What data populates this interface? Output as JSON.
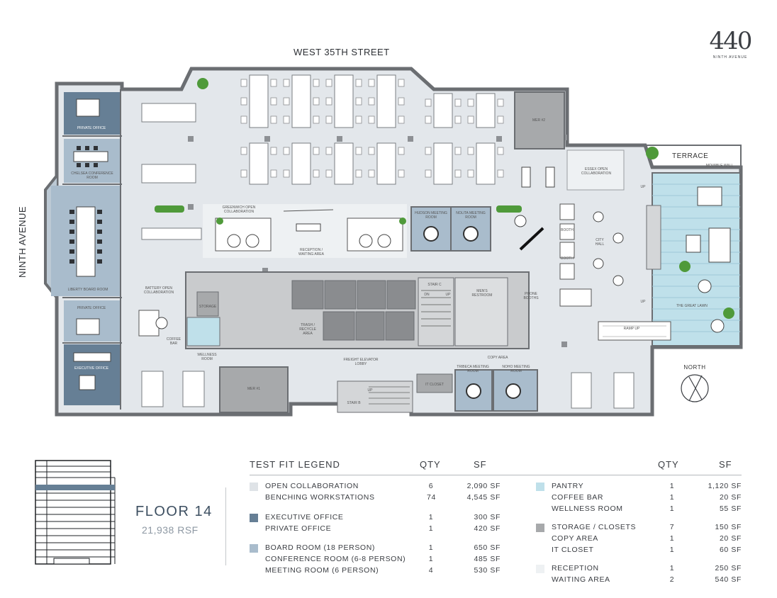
{
  "logo": {
    "number": "440",
    "subtitle": "NINTH AVENUE"
  },
  "plan": {
    "street_north": "WEST 35TH STREET",
    "street_west": "NINTH AVENUE",
    "north_label": "NORTH",
    "rooms": {
      "private_office_top": "PRIVATE OFFICE",
      "chelsea": "CHELSEA CONFERENCE ROOM",
      "liberty": "LIBERTY BOARD ROOM",
      "private_office_bottom": "PRIVATE OFFICE",
      "executive_office": "EXECUTIVE OFFICE",
      "greenwich": "GREENWICH OPEN COLLABORATION",
      "reception": "RECEPTION / WAITING AREA",
      "hudson": "HUDSON MEETING ROOM",
      "nolita": "NOLITA MEETING ROOM",
      "mer2": "MER #2",
      "mer1": "MER #1",
      "terrace": "TERRACE",
      "movable_wall": "MOVABLE WALL",
      "essex": "ESSEX OPEN COLLABORATION",
      "booth1": "BOOTH",
      "booth2": "BOOTH",
      "city_hall": "CITY HALL",
      "great_lawn": "THE GREAT LAWN",
      "ramp": "RAMP UP",
      "up1": "UP",
      "up2": "UP",
      "battery": "BATTERY OPEN COLLABORATION",
      "storage": "STORAGE",
      "coffee_bar": "COFFEE BAR",
      "wellness": "WELLNESS ROOM",
      "trash": "TRASH / RECYCLE AREA",
      "freight": "FREIGHT ELEVATOR LOBBY",
      "stair_c": "STAIR C",
      "stair_dn": "DN",
      "stair_up": "UP",
      "mens": "MEN'S RESTROOM",
      "phone_booths": "PHONE BOOTHS",
      "copy_area": "COPY AREA",
      "tribeca": "TRIBECA MEETING ROOM",
      "noho": "NOHO MEETING ROOM",
      "it_closet": "IT CLOSET",
      "stair_b": "STAIR B",
      "stair_b_up": "UP"
    }
  },
  "floor": {
    "title": "FLOOR 14",
    "rsf": "21,938 RSF"
  },
  "legend": {
    "heading": "TEST FIT LEGEND",
    "qty_header": "QTY",
    "sf_header": "SF",
    "left_groups": [
      {
        "color": "#dfe3e7",
        "rows": [
          {
            "label": "OPEN COLLABORATION",
            "qty": "6",
            "sf": "2,090 SF"
          },
          {
            "label": "BENCHING WORKSTATIONS",
            "qty": "74",
            "sf": "4,545 SF"
          }
        ]
      },
      {
        "color": "#667f95",
        "rows": [
          {
            "label": "EXECUTIVE OFFICE",
            "qty": "1",
            "sf": "300 SF"
          },
          {
            "label": "PRIVATE OFFICE",
            "qty": "1",
            "sf": "420 SF"
          }
        ]
      },
      {
        "color": "#a9bccc",
        "rows": [
          {
            "label": "BOARD ROOM (18 PERSON)",
            "qty": "1",
            "sf": "650 SF"
          },
          {
            "label": "CONFERENCE ROOM (6-8 PERSON)",
            "qty": "1",
            "sf": "485 SF"
          },
          {
            "label": "MEETING ROOM (6 PERSON)",
            "qty": "4",
            "sf": "530 SF"
          }
        ]
      }
    ],
    "right_groups": [
      {
        "color": "#bfe0ea",
        "rows": [
          {
            "label": "PANTRY",
            "qty": "1",
            "sf": "1,120 SF"
          },
          {
            "label": "COFFEE BAR",
            "qty": "1",
            "sf": "20 SF"
          },
          {
            "label": "WELLNESS ROOM",
            "qty": "1",
            "sf": "55 SF"
          }
        ]
      },
      {
        "color": "#a7a9ab",
        "rows": [
          {
            "label": "STORAGE / CLOSETS",
            "qty": "7",
            "sf": "150 SF"
          },
          {
            "label": "COPY AREA",
            "qty": "1",
            "sf": "20 SF"
          },
          {
            "label": "IT CLOSET",
            "qty": "1",
            "sf": "60 SF"
          }
        ]
      },
      {
        "color": "#eef1f3",
        "rows": [
          {
            "label": "RECEPTION",
            "qty": "1",
            "sf": "250 SF"
          },
          {
            "label": "WAITING AREA",
            "qty": "2",
            "sf": "540 SF"
          }
        ]
      }
    ]
  }
}
